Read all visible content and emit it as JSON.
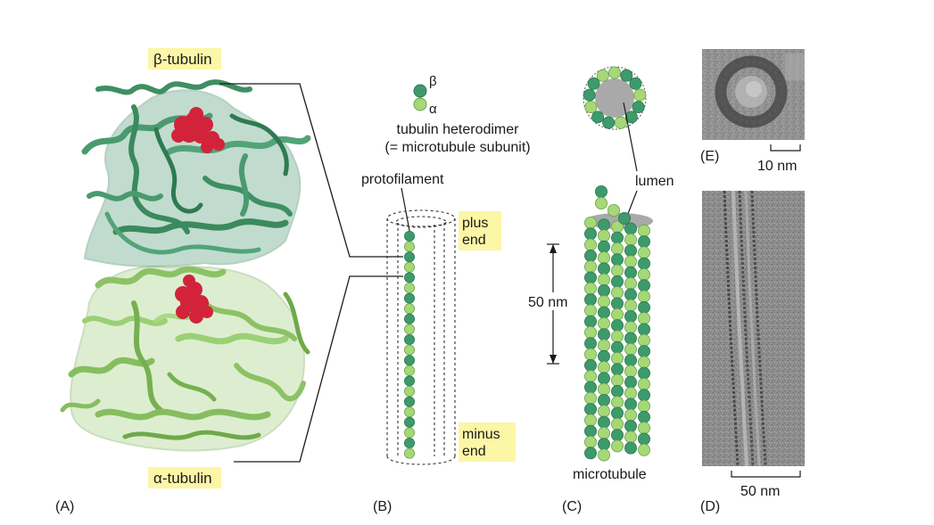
{
  "labels": {
    "beta_tubulin": "β-tubulin",
    "alpha_tubulin": "α-tubulin",
    "beta_symbol": "β",
    "alpha_symbol": "α",
    "heterodimer_line1": "tubulin heterodimer",
    "heterodimer_line2": "(= microtubule subunit)",
    "protofilament": "protofilament",
    "plus_line1": "plus",
    "plus_line2": "end",
    "minus_line1": "minus",
    "minus_line2": "end",
    "lumen": "lumen",
    "length_50nm": "50 nm",
    "microtubule": "microtubule",
    "scale_10nm": "10 nm",
    "scale_50nm": "50 nm"
  },
  "panels": {
    "A": "(A)",
    "B": "(B)",
    "C": "(C)",
    "D": "(D)",
    "E": "(E)"
  },
  "colors": {
    "beta_dark_green": "#3d9a6b",
    "alpha_light_green": "#a6d877",
    "beta_ribbon": "#4a9a70",
    "alpha_ribbon": "#8fc46a",
    "gtp_red": "#d2233a",
    "highlight_yellow": "#fcf6a7",
    "lumen_gray": "#a9a9a9",
    "micrograph_gray": "#8f8f8f"
  }
}
